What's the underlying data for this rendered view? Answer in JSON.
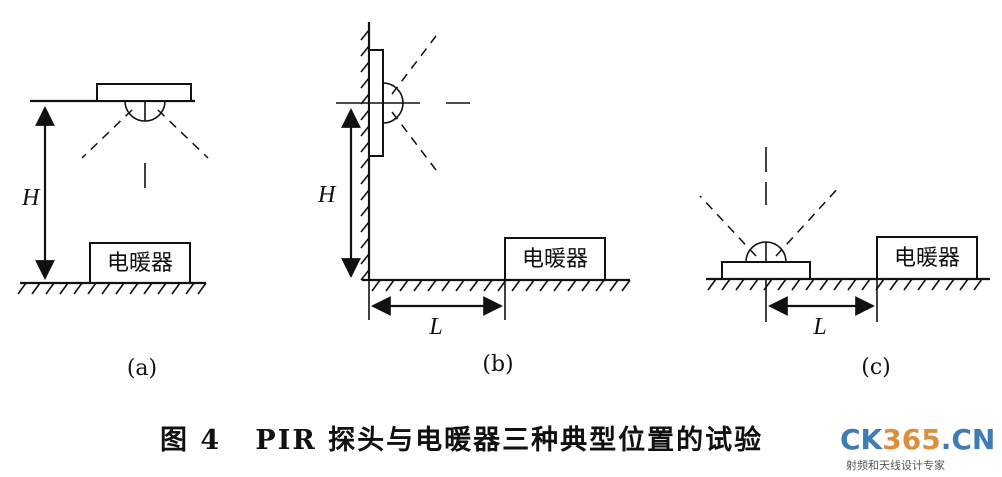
{
  "panels": {
    "a": {
      "label": "(a)",
      "height_label": "H",
      "heater": "电暖器"
    },
    "b": {
      "label": "(b)",
      "height_label": "H",
      "distance_label": "L",
      "heater": "电暖器"
    },
    "c": {
      "label": "(c)",
      "distance_label": "L",
      "heater": "电暖器"
    }
  },
  "caption": "图 4   PIR 探头与电暖器三种典型位置的试验",
  "watermark": {
    "brand_left": "CK",
    "brand_num": "365",
    "brand_right": ".CN",
    "subtitle": "射频和天线设计专家"
  }
}
